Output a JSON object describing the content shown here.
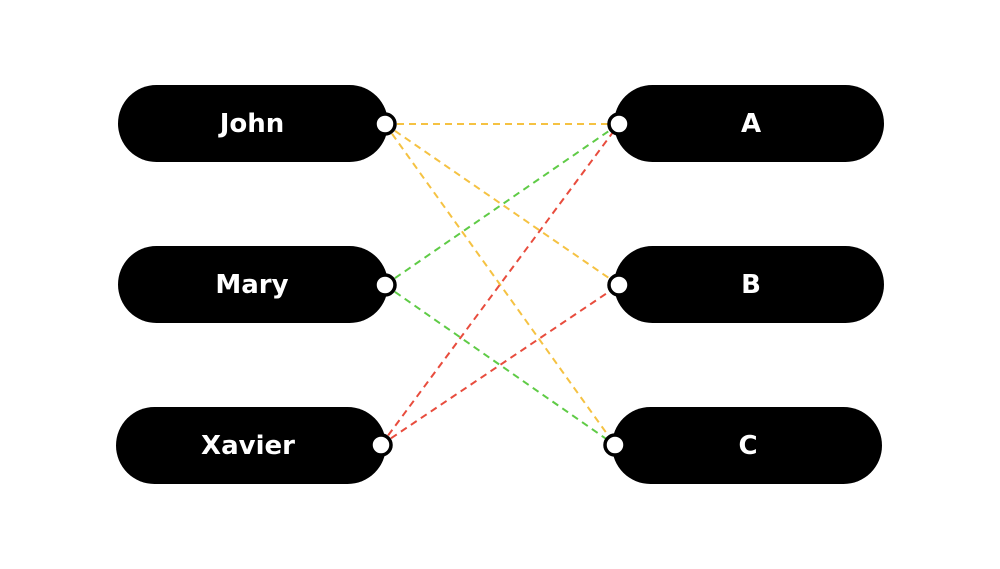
{
  "diagram": {
    "left_nodes": [
      {
        "id": "john",
        "label": "John"
      },
      {
        "id": "mary",
        "label": "Mary"
      },
      {
        "id": "xavier",
        "label": "Xavier"
      }
    ],
    "right_nodes": [
      {
        "id": "a",
        "label": "A"
      },
      {
        "id": "b",
        "label": "B"
      },
      {
        "id": "c",
        "label": "C"
      }
    ],
    "links": [
      {
        "from": "john",
        "to": "a",
        "color": "#F5C242"
      },
      {
        "from": "john",
        "to": "b",
        "color": "#F5C242"
      },
      {
        "from": "john",
        "to": "c",
        "color": "#F5C242"
      },
      {
        "from": "mary",
        "to": "a",
        "color": "#5FCB46"
      },
      {
        "from": "mary",
        "to": "c",
        "color": "#5FCB46"
      },
      {
        "from": "xavier",
        "to": "a",
        "color": "#E84C3D"
      },
      {
        "from": "xavier",
        "to": "b",
        "color": "#E84C3D"
      }
    ]
  }
}
